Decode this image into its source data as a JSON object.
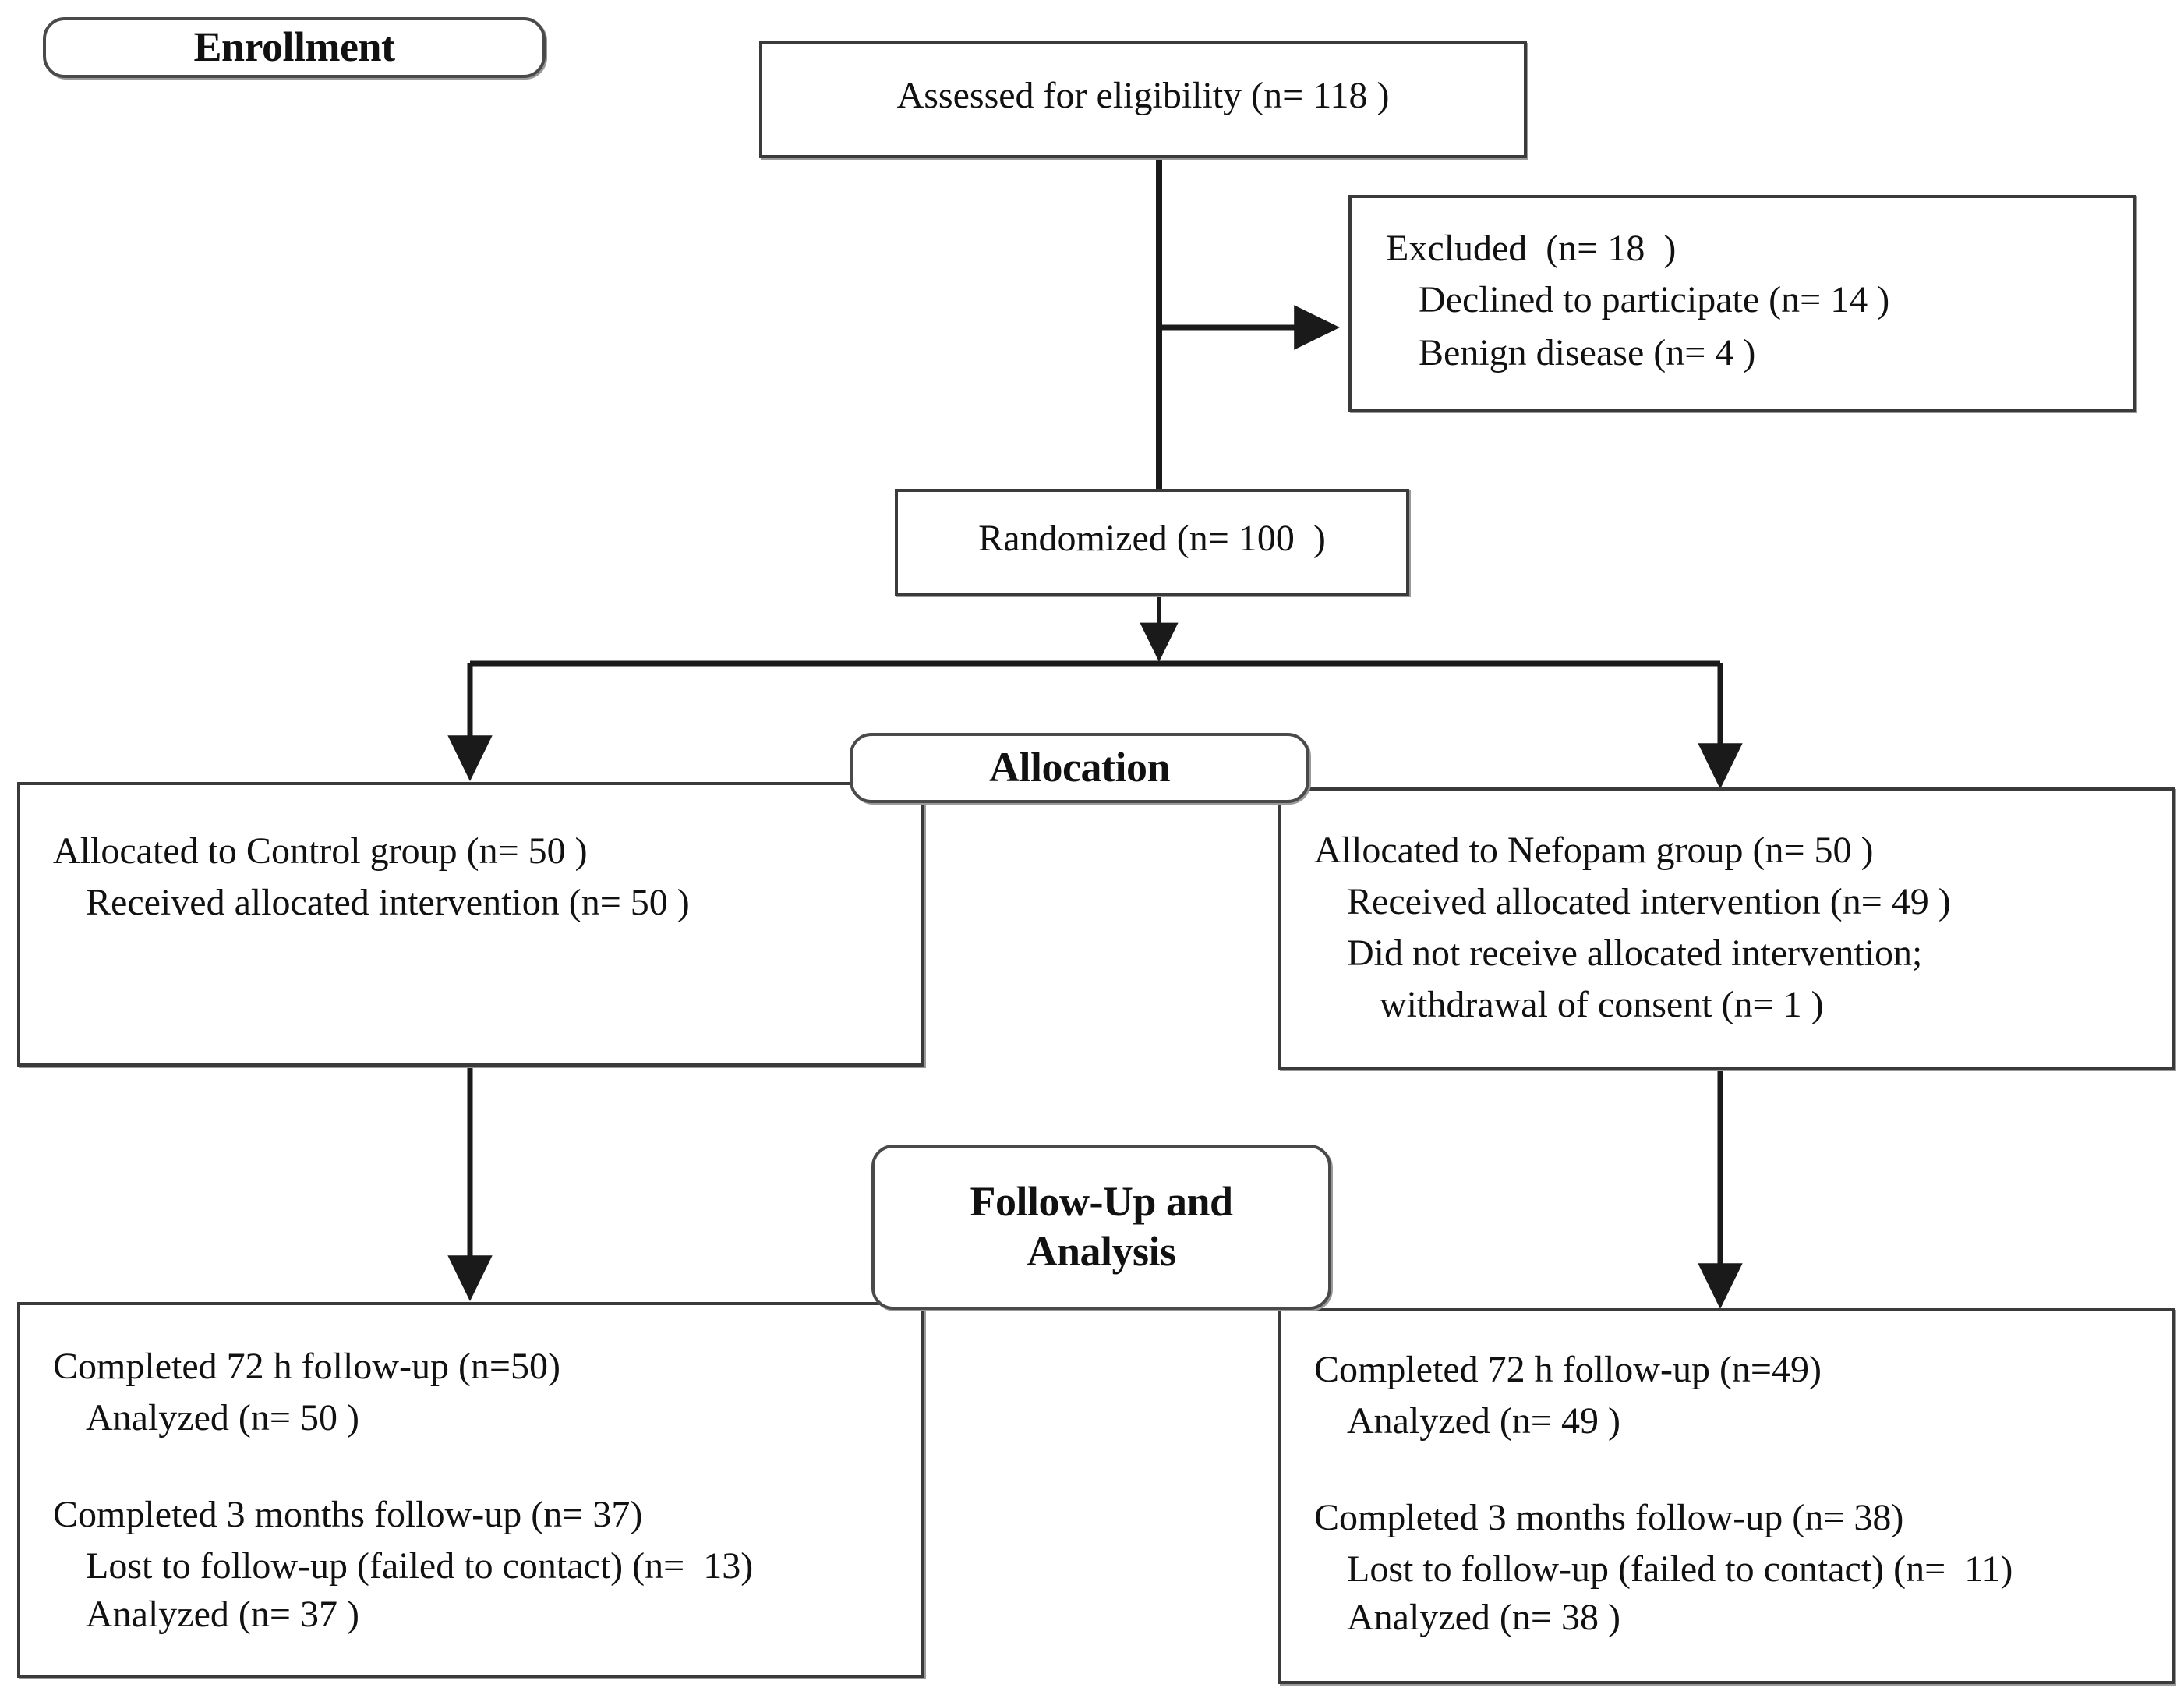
{
  "figure": {
    "type": "consort-flow-diagram",
    "stages": [
      "Enrollment",
      "Allocation",
      "Follow-Up and Analysis"
    ]
  },
  "stage_labels": {
    "enrollment": "Enrollment",
    "allocation": "Allocation",
    "followup_line1": "Follow-Up and",
    "followup_line2": "Analysis"
  },
  "nodes": {
    "assessed": {
      "text": "Assessed for eligibility (n= 118 )",
      "n": 118
    },
    "excluded": {
      "title": "Excluded  (n= 18  )",
      "n": 18,
      "reasons": [
        {
          "label": "Declined to participate (n= 14 )",
          "n": 14
        },
        {
          "label": "Benign disease (n= 4 )",
          "n": 4
        }
      ]
    },
    "randomized": {
      "text": "Randomized (n= 100  )",
      "n": 100
    },
    "allocated_control": {
      "title": "Allocated to Control group (n= 50 )",
      "n": 50,
      "lines": [
        "Received allocated intervention (n= 50 )"
      ]
    },
    "allocated_nefopam": {
      "title": "Allocated to Nefopam group (n= 50 )",
      "n": 50,
      "lines": [
        "Received allocated intervention (n= 49 )",
        "Did not receive allocated intervention;",
        "withdrawal of consent (n= 1 )"
      ]
    },
    "followup_control": {
      "block1_title": "Completed 72 h follow-up (n=50)",
      "block1_lines": [
        "Analyzed (n= 50 )"
      ],
      "block2_title": "Completed 3 months follow-up (n= 37)",
      "block2_lines": [
        "Lost to follow-up (failed to contact) (n=  13)",
        "Analyzed (n= 37 )"
      ]
    },
    "followup_nefopam": {
      "block1_title": "Completed 72 h follow-up (n=49)",
      "block1_lines": [
        "Analyzed (n= 49 )"
      ],
      "block2_title": "Completed 3 months follow-up (n= 38)",
      "block2_lines": [
        "Lost to follow-up (failed to contact) (n=  11)",
        "Analyzed (n= 38 )"
      ]
    }
  },
  "colors": {
    "stroke": "#3a3a3a",
    "text": "#111111",
    "background": "#ffffff"
  }
}
